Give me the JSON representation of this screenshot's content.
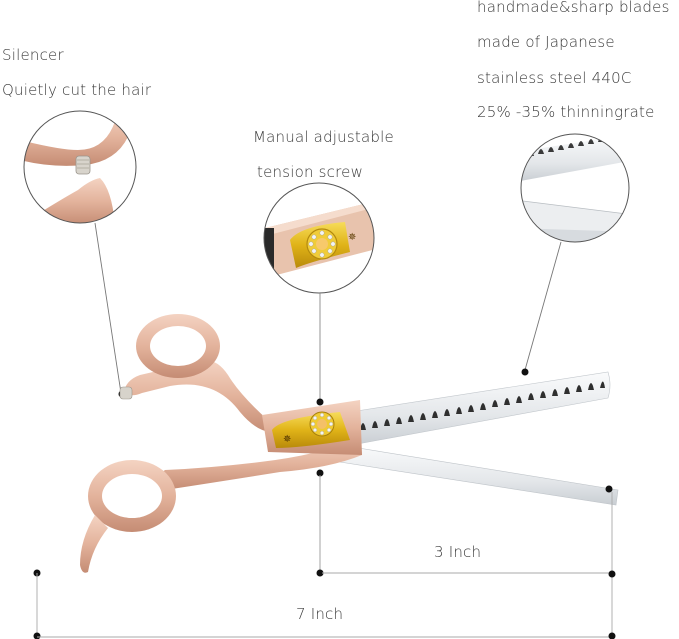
{
  "callouts": {
    "silencer": {
      "title": "Silencer",
      "subtitle": "Quietly cut the hair"
    },
    "tension_screw": {
      "line1": "Manual adjustable",
      "line2": "tension screw"
    },
    "blades": {
      "line1": "handmade&sharp blades",
      "line2": "made of Japanese",
      "line3": "stainless steel 440C",
      "line4": "25% -35% thinningrate"
    }
  },
  "dimensions": {
    "blade_length": "3 Inch",
    "total_length": "7 Inch"
  },
  "colors": {
    "rose_gold": "#e7b9a2",
    "rose_gold_dark": "#c98f78",
    "gold_plate": "#e0b318",
    "steel": "#e9ecef",
    "line": "#8a8a8a",
    "dot": "#111111"
  }
}
